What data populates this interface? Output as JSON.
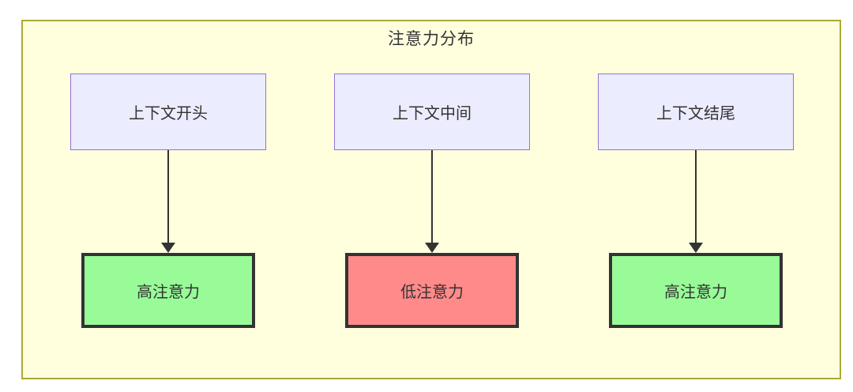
{
  "diagram": {
    "title": "注意力分布",
    "columns": [
      {
        "source": "上下文开头",
        "result": "高注意力",
        "level": "high"
      },
      {
        "source": "上下文中间",
        "result": "低注意力",
        "level": "low"
      },
      {
        "source": "上下文结尾",
        "result": "高注意力",
        "level": "high"
      }
    ],
    "colors": {
      "canvas_fill": "#FFFFDE",
      "canvas_border": "#AAAA33",
      "source_node_fill": "#ECECFF",
      "source_node_border": "#9370DB",
      "high_attention_fill": "#98FB98",
      "low_attention_fill": "#FF8A8A",
      "result_node_border": "#333333",
      "arrow_color": "#333333",
      "text_color": "#333333"
    }
  }
}
